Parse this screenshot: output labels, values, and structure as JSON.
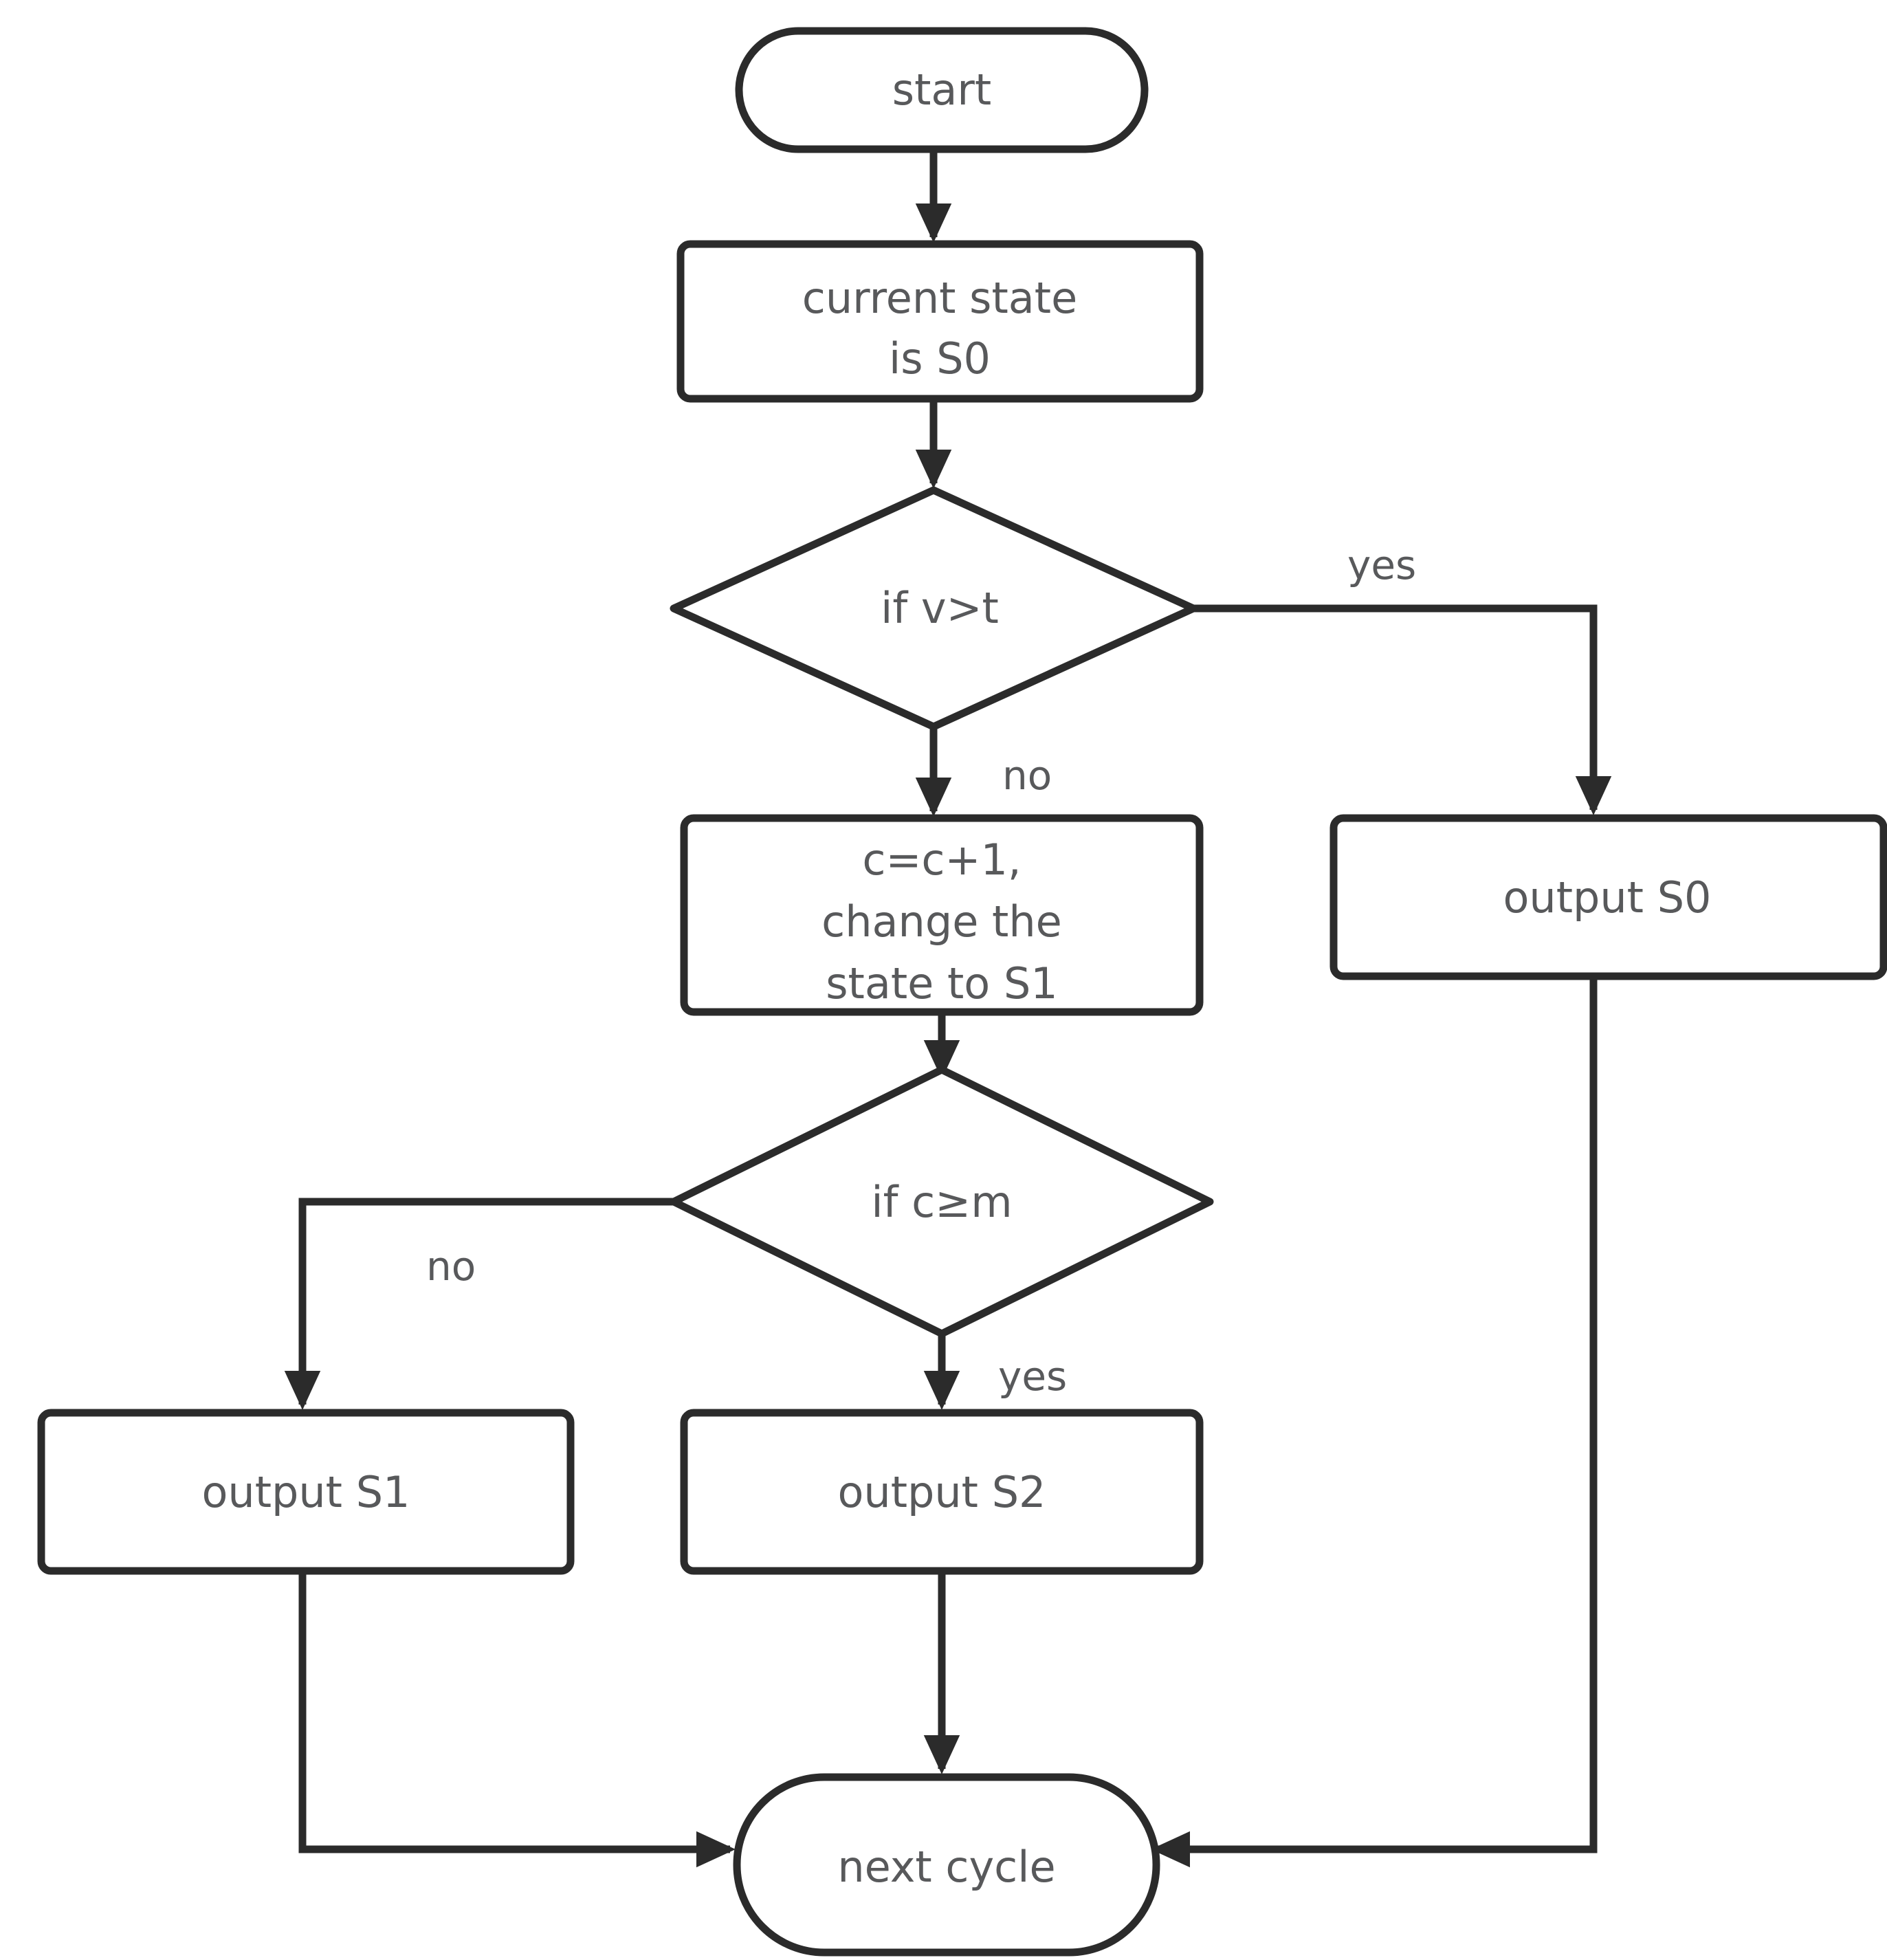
{
  "diagram": {
    "type": "flowchart",
    "title": "state machine flowchart",
    "stroke_color": "#2b2b2b",
    "text_color": "#58595b",
    "background_color": "#ffffff",
    "nodes": {
      "start": {
        "label": "start",
        "shape": "stadium"
      },
      "current_state": {
        "line1": "current state",
        "line2": "is  S0",
        "shape": "rect"
      },
      "decision_vt": {
        "label": "if v>t",
        "shape": "diamond"
      },
      "output_s0": {
        "label": "output S0",
        "shape": "rect"
      },
      "increment": {
        "line1": "c=c+1,",
        "line2": "change the",
        "line3": "state to S1",
        "shape": "rect"
      },
      "decision_cm": {
        "label": "if c≥m",
        "shape": "diamond"
      },
      "output_s1": {
        "label": "output S1",
        "shape": "rect"
      },
      "output_s2": {
        "label": "output S2",
        "shape": "rect"
      },
      "next_cycle": {
        "label": "next cycle",
        "shape": "stadium"
      }
    },
    "edge_labels": {
      "vt_yes": "yes",
      "vt_no": "no",
      "cm_no": "no",
      "cm_yes": "yes"
    }
  }
}
